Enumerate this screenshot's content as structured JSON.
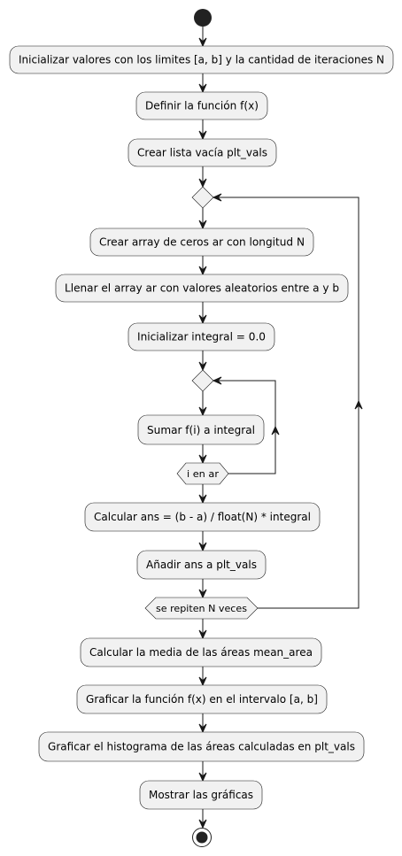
{
  "steps": {
    "init_values": "Inicializar valores con los limites [a, b] y la cantidad de iteraciones N",
    "define_function": "Definir la función f(x)",
    "create_list": "Crear lista vacía plt_vals",
    "create_array": "Crear array de ceros ar con longitud N",
    "fill_array": "Llenar el array ar con valores aleatorios entre a y b",
    "init_integral": "Inicializar integral = 0.0",
    "sum_integral": "Sumar f(i) a integral",
    "calc_ans": "Calcular ans = (b - a) / float(N) * integral",
    "append_ans": "Añadir ans a plt_vals",
    "calc_mean": "Calcular la media de las áreas mean_area",
    "plot_function": "Graficar la función f(x) en el intervalo [a, b]",
    "plot_histogram": "Graficar el histograma de las áreas calculadas en plt_vals",
    "show_plots": "Mostrar las gráficas"
  },
  "loops": {
    "inner_condition": "i en ar",
    "outer_condition": "se repiten N veces"
  },
  "colors": {
    "node_fill": "#f1f1f1",
    "stroke": "#181818",
    "start_fill": "#222222"
  }
}
